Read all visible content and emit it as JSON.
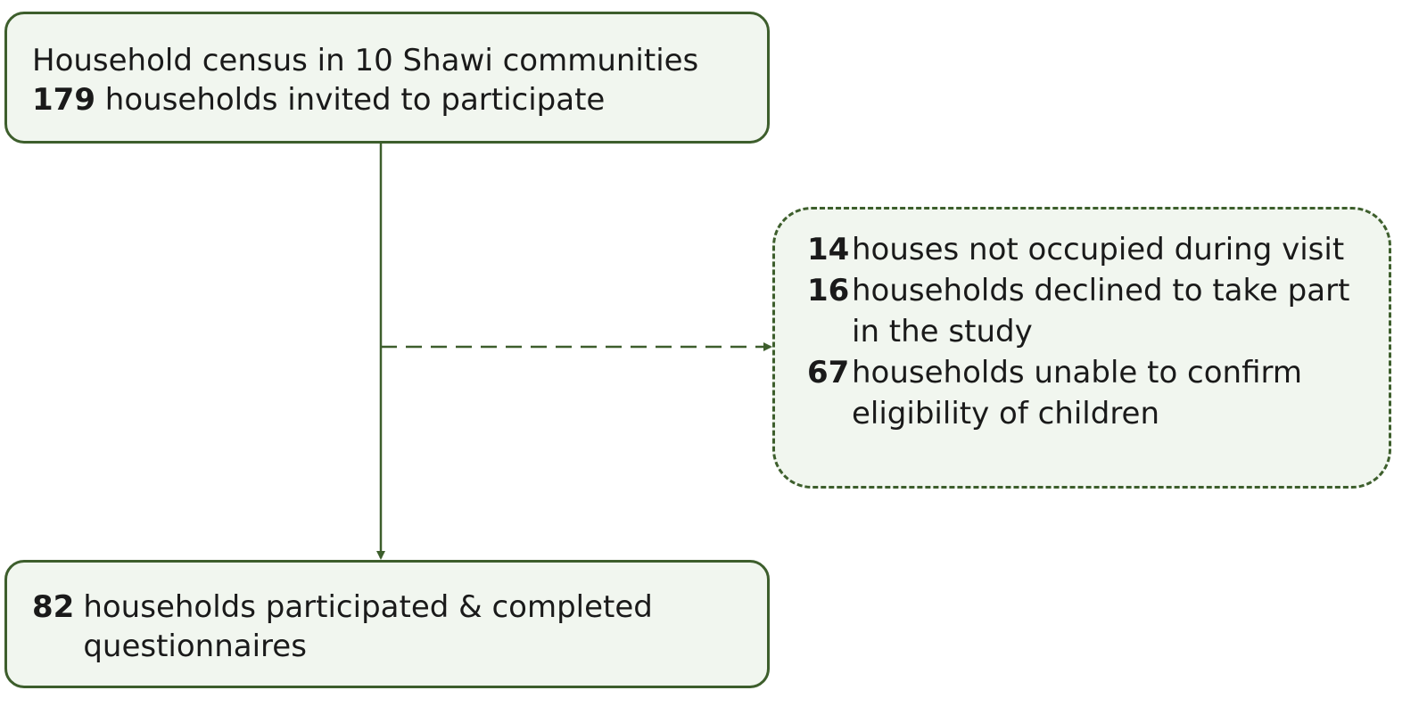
{
  "flowchart": {
    "census": {
      "line1": "Household census in 10 Shawi communities",
      "count": "179",
      "line2": "households invited to participate"
    },
    "exclusions": [
      {
        "count": "14",
        "text": "houses not occupied during visit"
      },
      {
        "count": "16",
        "text": "households declined to take part in the study"
      },
      {
        "count": "67",
        "text": "households unable to confirm eligibility of children"
      }
    ],
    "participated": {
      "count": "82",
      "text": "households participated & completed questionnaires"
    }
  },
  "colors": {
    "border": "#3d5e2c",
    "box_fill": "#f1f6ef"
  }
}
